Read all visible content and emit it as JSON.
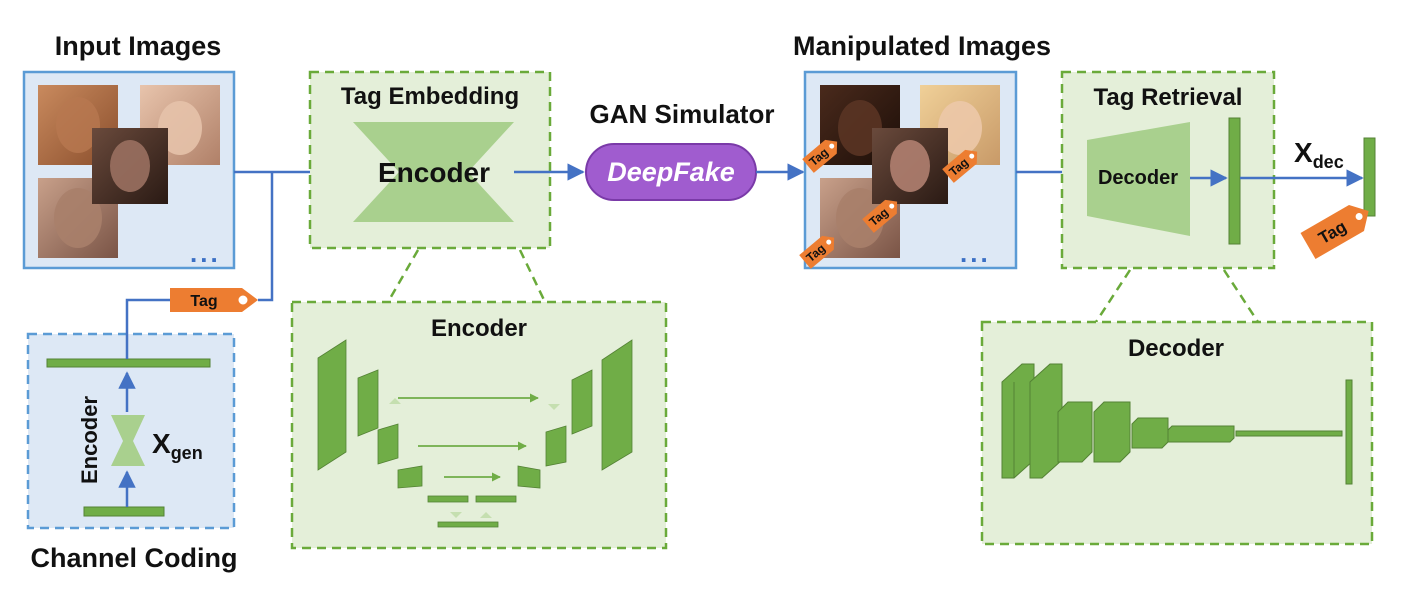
{
  "input_panel": {
    "title": "Input Images",
    "ellipsis": "..."
  },
  "channel_coding": {
    "title": "Channel Coding",
    "encoder_label": "Encoder",
    "xgen_main": "X",
    "xgen_sub": "gen",
    "tag_label": "Tag"
  },
  "tag_embedding": {
    "title": "Tag Embedding",
    "encoder_label": "Encoder"
  },
  "encoder_detail": {
    "title": "Encoder"
  },
  "gan_simulator": {
    "title": "GAN Simulator",
    "deepfake_label": "DeepFake"
  },
  "manipulated_panel": {
    "title": "Manipulated Images",
    "ellipsis": "...",
    "tag_label": "Tag"
  },
  "tag_retrieval": {
    "title": "Tag Retrieval",
    "decoder_label": "Decoder"
  },
  "output": {
    "xdec_main": "X",
    "xdec_sub": "dec",
    "tag_label": "Tag"
  },
  "decoder_detail": {
    "title": "Decoder"
  },
  "colors": {
    "blue_stroke": "#5b9bd5",
    "blue_fill": "#dde8f5",
    "green_stroke": "#6aaa3a",
    "green_fill": "#e4efd9",
    "green_shape": "#a9d08e",
    "green_block": "#70ad47",
    "tag_orange": "#ed7d31",
    "deepfake_purple": "#a05ccf",
    "arrow": "#4472c4"
  }
}
